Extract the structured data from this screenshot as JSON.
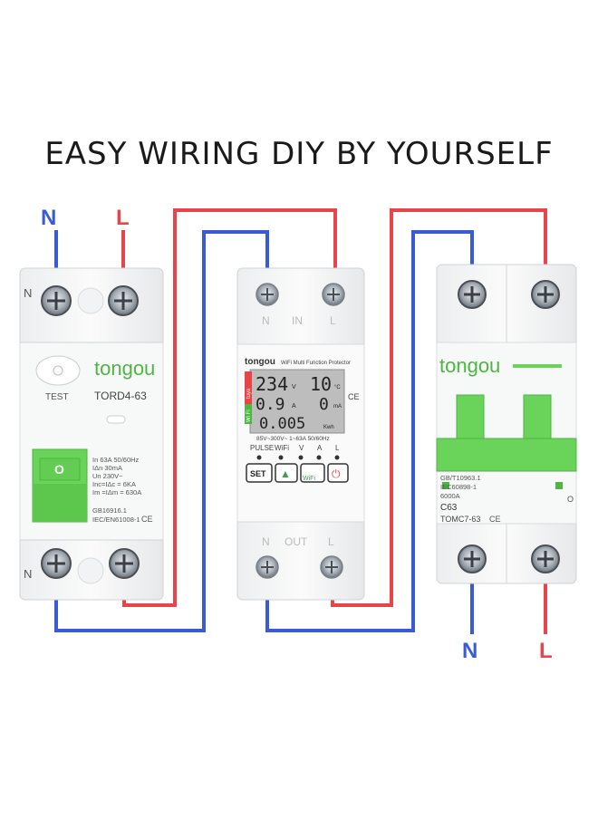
{
  "title": "EASY WIRING DIY BY YOURSELF",
  "colors": {
    "neutral": "#3a5bd6",
    "live": "#e8454a",
    "accent": "#6ad35a",
    "lcd": "#bdbdbd"
  },
  "top_labels": {
    "n": "N",
    "l": "L"
  },
  "bottom_labels": {
    "n": "N",
    "l": "L"
  },
  "rcd": {
    "top_label_n": "N",
    "bottom_label_n": "N",
    "brand": "tongou",
    "test_label": "TEST",
    "model": "TORD4-63",
    "switch_label": "O",
    "spec_lines": [
      "In   63A      50/60Hz",
      "IΔn  30mA",
      "Un  230V~",
      "Inc=IΔc = 6KA",
      "Im =IΔm = 630A"
    ],
    "standards": [
      "GB16916.1",
      "IEC/EN61008-1"
    ],
    "ce": "CE"
  },
  "meter": {
    "top_terminals": [
      "N",
      "IN",
      "L"
    ],
    "bottom_terminals": [
      "N",
      "OUT",
      "L"
    ],
    "brand": "tongou",
    "subtitle": "WiFi Multi Function Protector",
    "tuya": "tuya",
    "wifi_tag": "Wi Fi",
    "readings": {
      "voltage": "234",
      "voltage_unit": "V",
      "temp": "10",
      "temp_unit": "°C",
      "current": "0.9",
      "current_unit": "A",
      "power": "0",
      "power_unit": "mA",
      "energy": "0.005",
      "energy_unit": "Kwh"
    },
    "ce": "CE",
    "rating": "85V~300V~ 1~63A  50/60Hz",
    "indicators": [
      "PULSE",
      "WiFi",
      "V",
      "A",
      "L"
    ],
    "buttons": {
      "set": "SET",
      "up": "▲",
      "wifi": "WiFi",
      "power": "⏻"
    }
  },
  "mcb": {
    "brand": "tongou",
    "standards": [
      "GB/T10963.1",
      "IEC60898-1",
      "6000A"
    ],
    "rating": "C63",
    "model": "TOMC7-63",
    "ce": "CE",
    "side_mark": "O"
  }
}
